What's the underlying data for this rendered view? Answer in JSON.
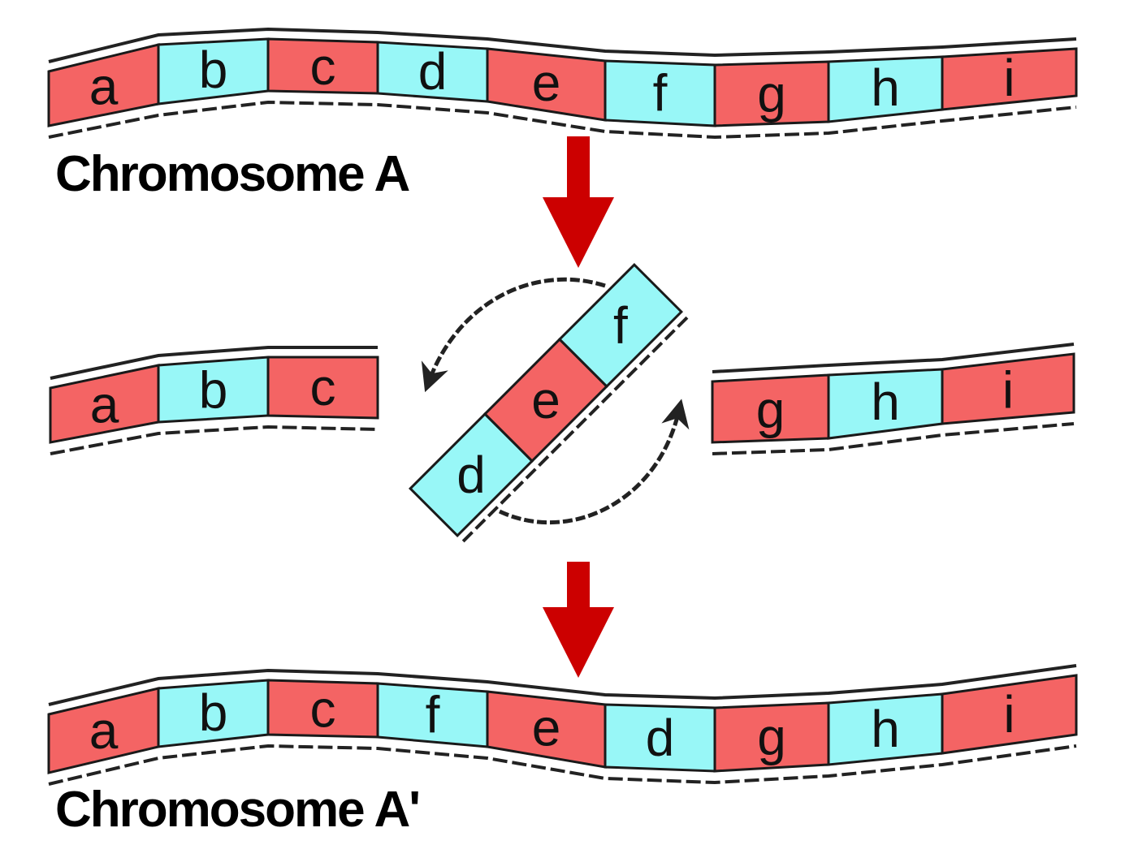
{
  "colors": {
    "red_segment": "#f46464",
    "cyan_segment": "#98f7f7",
    "process_arrow": "#cc0000",
    "outline": "#1a1a1a"
  },
  "chromosome_a": {
    "title": "Chromosome A",
    "genes": [
      "a",
      "b",
      "c",
      "d",
      "e",
      "f",
      "g",
      "h",
      "i"
    ],
    "colors": [
      "red",
      "cyan",
      "red",
      "cyan",
      "red",
      "cyan",
      "red",
      "cyan",
      "red"
    ]
  },
  "break_stage": {
    "left_fragment": {
      "genes": [
        "a",
        "b",
        "c"
      ],
      "colors": [
        "red",
        "cyan",
        "red"
      ]
    },
    "inverted_fragment": {
      "genes": [
        "d",
        "e",
        "f"
      ],
      "colors": [
        "cyan",
        "red",
        "cyan"
      ]
    },
    "right_fragment": {
      "genes": [
        "g",
        "h",
        "i"
      ],
      "colors": [
        "red",
        "cyan",
        "red"
      ]
    }
  },
  "chromosome_a_prime": {
    "title": "Chromosome A'",
    "genes": [
      "a",
      "b",
      "c",
      "f",
      "e",
      "d",
      "g",
      "h",
      "i"
    ],
    "colors": [
      "red",
      "cyan",
      "red",
      "cyan",
      "red",
      "cyan",
      "red",
      "cyan",
      "red"
    ]
  },
  "icons": {
    "down_arrow": "red-down-arrow-icon",
    "rotate_arrow": "curved-rotation-arrow-icon"
  }
}
